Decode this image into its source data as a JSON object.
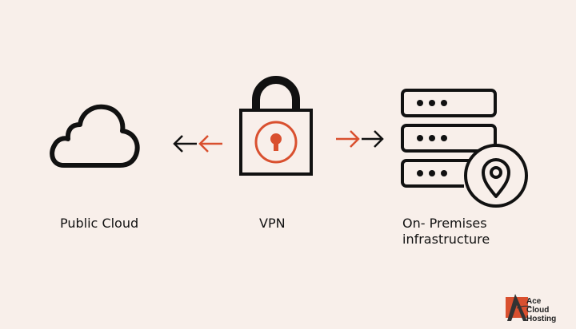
{
  "nodes": [
    {
      "id": "public-cloud",
      "label": "Public Cloud",
      "icon": "cloud-icon"
    },
    {
      "id": "vpn",
      "label": "VPN",
      "icon": "padlock-icon"
    },
    {
      "id": "on-premises",
      "label_line1": "On- Premises",
      "label_line2": "infrastructure",
      "icon": "server-location-icon"
    }
  ],
  "arrows": [
    {
      "name": "arrows-to-cloud",
      "direction": "left",
      "colors": [
        "#111111",
        "#d9502f"
      ]
    },
    {
      "name": "arrows-to-servers",
      "direction": "right",
      "colors": [
        "#d9502f",
        "#111111"
      ]
    }
  ],
  "colors": {
    "background": "#f8efea",
    "accent": "#d9502f",
    "stroke": "#111111"
  },
  "logo": {
    "line1": "Ace",
    "line2": "Cloud",
    "line3": "Hosting"
  }
}
